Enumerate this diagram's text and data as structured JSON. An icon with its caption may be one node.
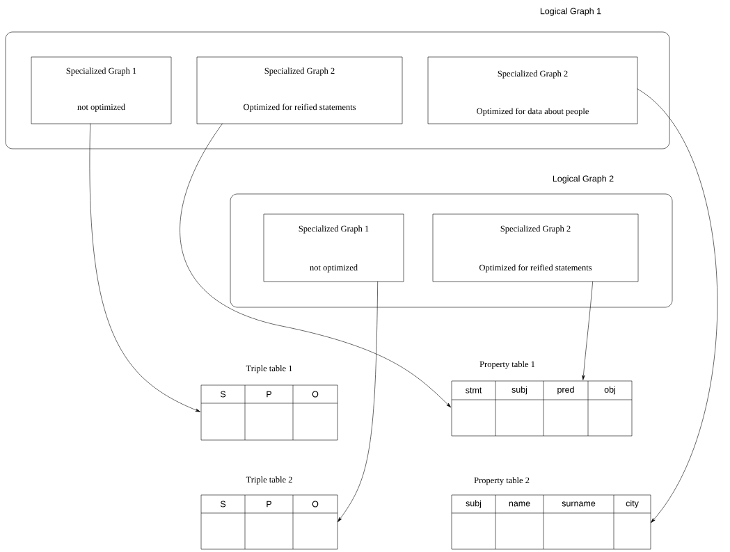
{
  "diagram": {
    "nodes": [
      {
        "text": [
          "Logical  Graph 1"
        ]
      },
      {
        "text": [
          "Specialized Graph 1",
          "not optimized"
        ],
        "in": 0
      },
      {
        "text": [
          "Specialized Graph 2",
          "Optimized for reified statements"
        ],
        "in": 0
      },
      {
        "text": [
          "Specialized Graph 2",
          "Optimized for data about people"
        ],
        "in": 0
      },
      {
        "text": [
          "Logical  Graph 2"
        ]
      },
      {
        "text": [
          "Specialized Graph 1",
          "not optimized"
        ],
        "in": 4
      },
      {
        "text": [
          "Specialized Graph 2",
          "Optimized for reified statements"
        ],
        "in": 4
      },
      {
        "text": [
          "Triple table 1",
          "S",
          "P",
          "O"
        ]
      },
      {
        "text": [
          "Property table 1",
          "stmt",
          "subj",
          "pred",
          "obj"
        ]
      },
      {
        "text": [
          "Triple table 2",
          "S",
          "P",
          "O"
        ]
      },
      {
        "text": [
          "Property table 2",
          "subj",
          "name",
          "surname",
          "city"
        ]
      }
    ],
    "edges": [
      {
        "from": 1,
        "to": 7,
        "arrow": "to"
      },
      {
        "from": 2,
        "to": 8,
        "arrow": "to"
      },
      {
        "from": 3,
        "to": 10,
        "arrow": "to"
      },
      {
        "from": 5,
        "to": 9,
        "arrow": "to"
      },
      {
        "from": 6,
        "to": 8,
        "arrow": "to"
      }
    ]
  }
}
